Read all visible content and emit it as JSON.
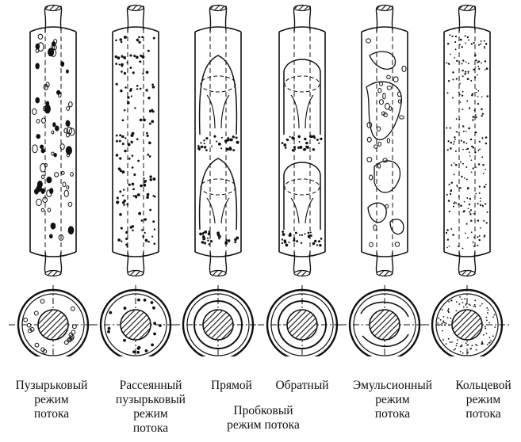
{
  "regimes": [
    {
      "id": "bubble",
      "lines": [
        "Пузырьковый",
        "режим",
        "потока"
      ]
    },
    {
      "id": "dispersed-bubble",
      "lines": [
        "Рассеянный",
        "пузырьковый",
        "режим",
        "потока"
      ]
    },
    {
      "id": "slug-direct",
      "lines": [
        "Прямой"
      ]
    },
    {
      "id": "slug-reverse",
      "lines": [
        "Обратный"
      ]
    },
    {
      "id": "emulsion",
      "lines": [
        "Эмульсионный",
        "режим",
        "потока"
      ]
    },
    {
      "id": "annular",
      "lines": [
        "Кольцевой",
        "режим",
        "потока"
      ]
    }
  ],
  "slug_group": {
    "lines": [
      "Пробковый",
      "режим потока"
    ]
  }
}
